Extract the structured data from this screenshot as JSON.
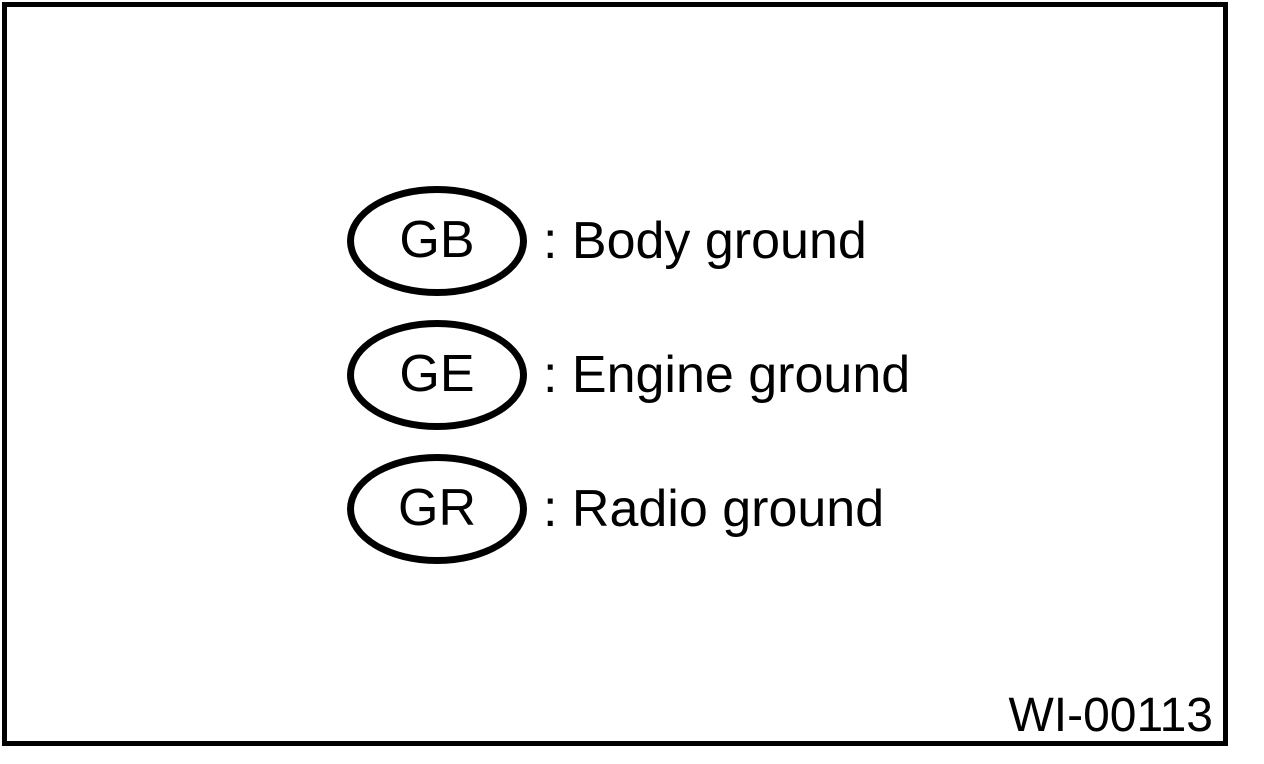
{
  "figure": {
    "code": "WI-00113",
    "colors": {
      "stroke": "#000000",
      "background": "#ffffff"
    }
  },
  "legend": {
    "rows": [
      {
        "symbol": "GB",
        "text": ": Body ground"
      },
      {
        "symbol": "GE",
        "text": ": Engine ground"
      },
      {
        "symbol": "GR",
        "text": ": Radio ground"
      }
    ]
  }
}
